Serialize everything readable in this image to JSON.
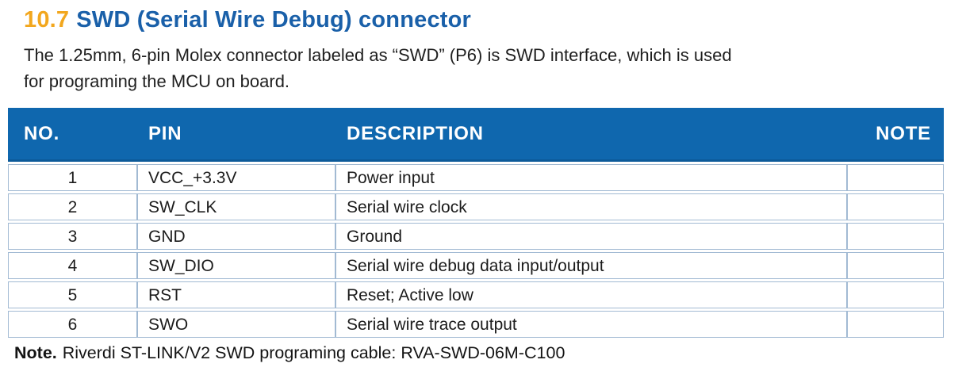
{
  "section": {
    "number": "10.7",
    "title": "SWD (Serial Wire Debug) connector"
  },
  "intro": {
    "line1": "The 1.25mm, 6-pin Molex connector labeled as “SWD” (P6) is SWD interface, which is used",
    "line2": "for programing the MCU on board."
  },
  "table": {
    "columns": [
      "NO.",
      "PIN",
      "DESCRIPTION",
      "NOTE"
    ],
    "rows": [
      {
        "no": "1",
        "pin": "VCC_+3.3V",
        "description": "Power input",
        "note": ""
      },
      {
        "no": "2",
        "pin": "SW_CLK",
        "description": "Serial wire clock",
        "note": ""
      },
      {
        "no": "3",
        "pin": "GND",
        "description": "Ground",
        "note": ""
      },
      {
        "no": "4",
        "pin": "SW_DIO",
        "description": "Serial wire debug data input/output",
        "note": ""
      },
      {
        "no": "5",
        "pin": "RST",
        "description": "Reset; Active low",
        "note": ""
      },
      {
        "no": "6",
        "pin": "SWO",
        "description": "Serial wire trace output",
        "note": ""
      }
    ]
  },
  "footnote": {
    "label": "Note.",
    "text": "Riverdi ST-LINK/V2 SWD programing cable: RVA-SWD-06M-C100"
  },
  "colors": {
    "header_bg": "#0F67AE",
    "table_border": "#A2BAD3",
    "section_number": "#F2A71E",
    "section_title": "#1A60A9",
    "body_text": "#1c1c1c"
  }
}
